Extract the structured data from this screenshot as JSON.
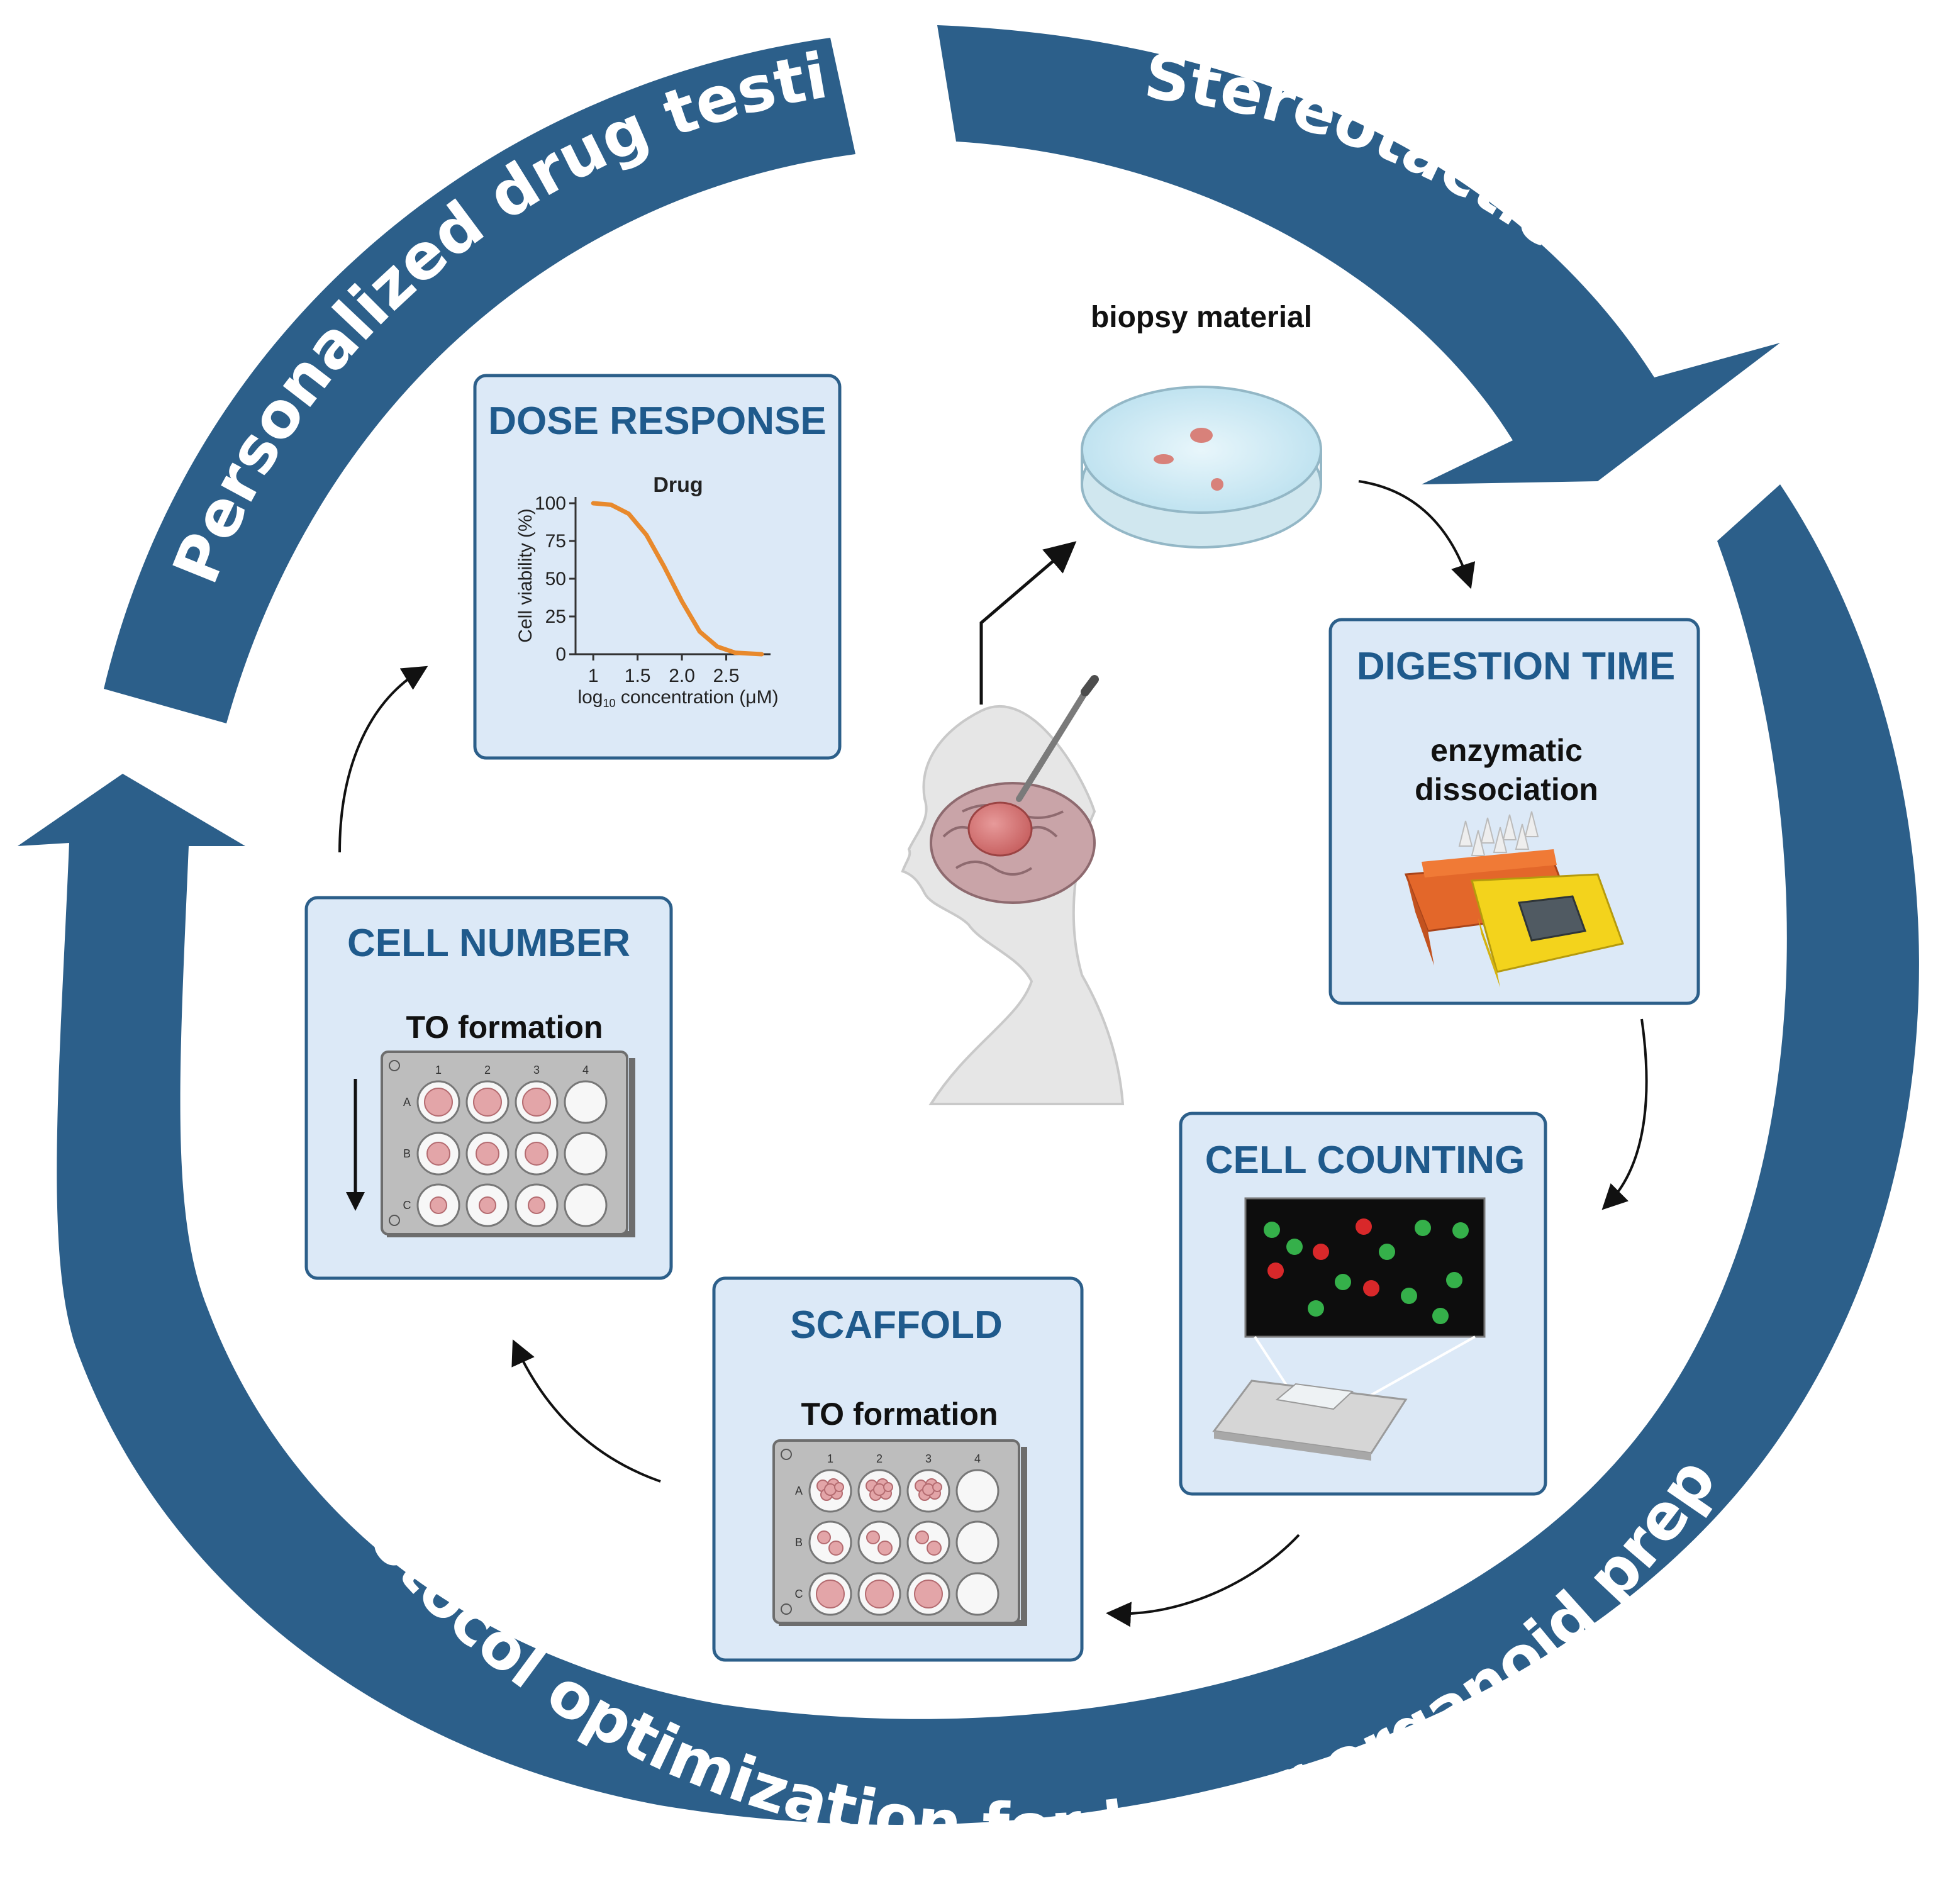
{
  "cycle_labels": {
    "personalized": "Personalized drug testing",
    "biopsy": "Stereotactic biopsy",
    "protocol": "Protocol optimization for tumor organoid preparation"
  },
  "biopsy_material": "biopsy material",
  "steps": {
    "dose_response": {
      "title": "DOSE RESPONSE"
    },
    "digestion": {
      "title": "DIGESTION TIME",
      "sub1": "enzymatic",
      "sub2": "dissociation"
    },
    "cell_counting": {
      "title": "CELL COUNTING"
    },
    "scaffold": {
      "title": "SCAFFOLD",
      "sub": "TO formation"
    },
    "cell_number": {
      "title": "CELL NUMBER",
      "sub": "TO formation"
    }
  },
  "plate_labels": {
    "columns": [
      "1",
      "2",
      "3",
      "4"
    ],
    "rows": [
      "A",
      "B",
      "C"
    ]
  },
  "chart_data": {
    "type": "line",
    "title": "Drug",
    "xlabel": "log10 concentration (μM)",
    "xlabel_main": "log",
    "xlabel_sub": "10",
    "xlabel_rest": " concentration (μM)",
    "ylabel": "Cell viability (%)",
    "x_ticks": [
      "1",
      "1.5",
      "2.0",
      "2.5"
    ],
    "y_ticks": [
      "100",
      "75",
      "50",
      "25",
      "0"
    ],
    "xlim": [
      0.8,
      3.0
    ],
    "ylim": [
      0,
      100
    ],
    "series": [
      {
        "x": [
          1.0,
          1.2,
          1.4,
          1.6,
          1.8,
          2.0,
          2.2,
          2.4,
          2.6,
          2.9
        ],
        "values": [
          100,
          99,
          93,
          79,
          58,
          35,
          15,
          5,
          1,
          0
        ]
      }
    ],
    "grid": false,
    "color": "#e8892c"
  },
  "colors": {
    "ring": "#2c5f8a",
    "box_fill": "#dce9f7",
    "box_stroke": "#2c5f8a",
    "title": "#1f5a8c",
    "tumor": "#d26b6b",
    "green_cell": "#35b04a",
    "red_cell": "#d8282a"
  }
}
